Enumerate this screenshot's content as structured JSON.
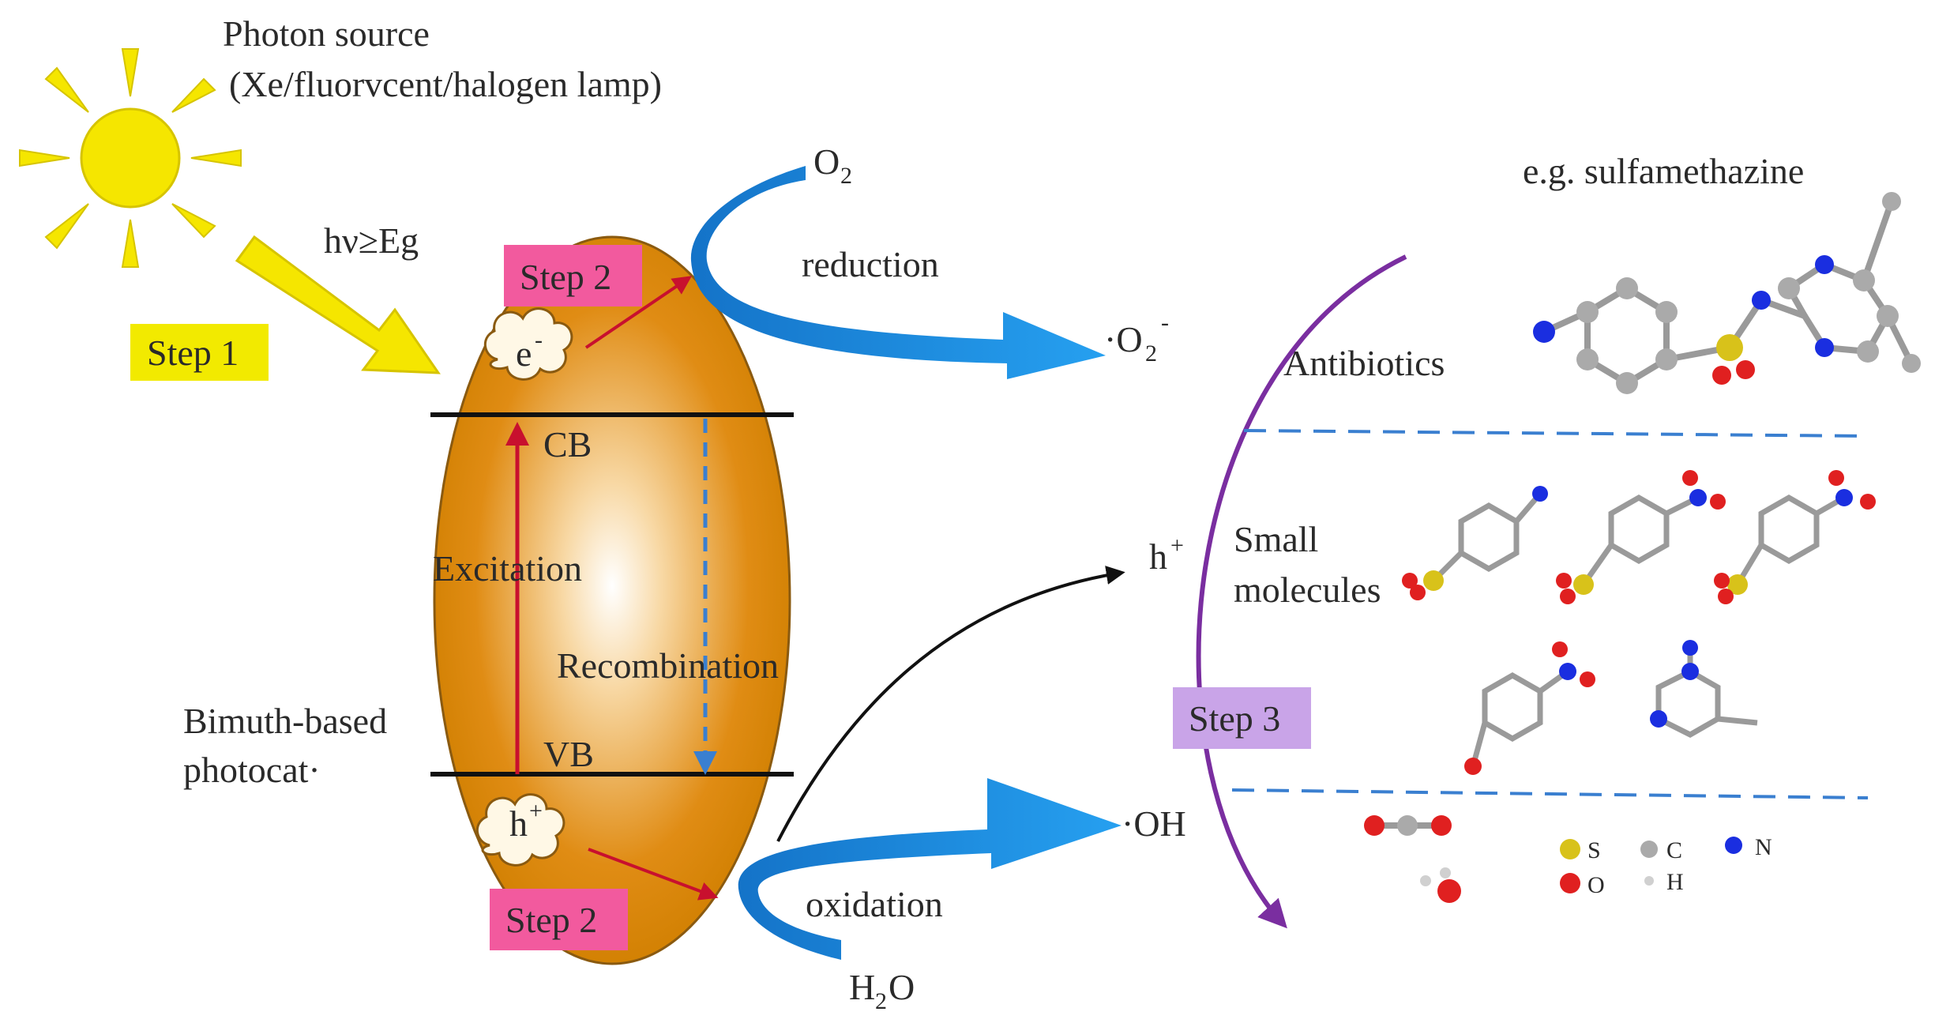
{
  "photon_source": {
    "title": "Photon source",
    "subtitle": "(Xe/fluorvcent/halogen lamp)",
    "energy": "hν≥Eg"
  },
  "steps": {
    "step1": "Step 1",
    "step2_top": "Step 2",
    "step2_bottom": "Step 2",
    "step3": "Step 3"
  },
  "photocatalyst": {
    "label_line1": "Bimuth-based",
    "label_line2": "photocat·",
    "electron": "e",
    "electron_sup": "-",
    "hole": "h",
    "hole_sup": "+",
    "cb": "CB",
    "vb": "VB",
    "excitation": "Excitation",
    "recombination": "Recombination"
  },
  "reduction": {
    "reactant": "O",
    "reactant_sub": "2",
    "process": "reduction",
    "product_dot": "·O",
    "product_sub": "2",
    "product_sup": "-"
  },
  "oxidation": {
    "reactant_h": "H",
    "reactant_sub": "2",
    "reactant_o": "O",
    "process": "oxidation",
    "product": "·OH"
  },
  "hole_transfer": {
    "label": "h",
    "sup": "+"
  },
  "degradation": {
    "example": "e.g. sulfamethazine",
    "antibiotics": "Antibiotics",
    "small_line1": "Small",
    "small_line2": "molecules"
  },
  "legend": {
    "s": "S",
    "c": "C",
    "n": "N",
    "o": "O",
    "h": "H"
  },
  "colors": {
    "sun": "#f5e600",
    "orange": "#d98200",
    "blue_arrow": "#1a8fe3",
    "step1_bg": "#f2ea00",
    "step2_bg": "#f25a9e",
    "step3_bg": "#c9a4e8",
    "purple_arc": "#7a2ea0",
    "red_arrow": "#c8102e",
    "dashed_blue": "#3a7fd0"
  }
}
